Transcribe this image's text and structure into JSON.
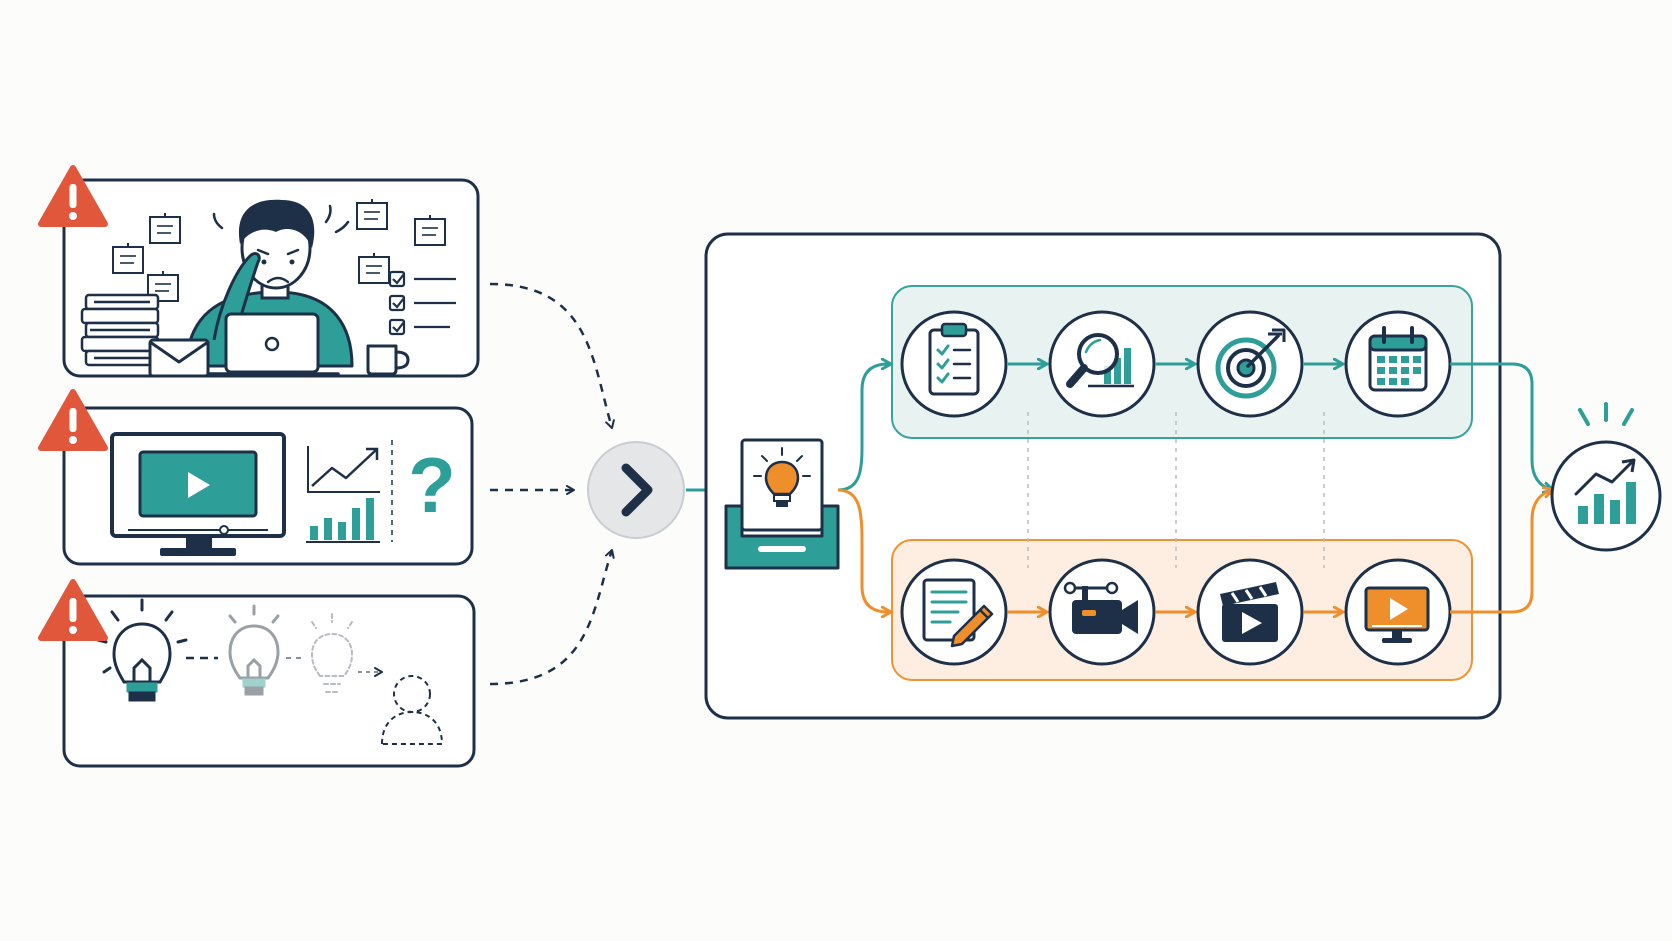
{
  "colors": {
    "navy": "#1e3048",
    "teal": "#2e9e98",
    "teal_fill": "#e6f2f1",
    "orange": "#ef8f2c",
    "orange_fill": "#fdeee0",
    "warning": "#e0573c",
    "gray_node": "#e4e6e8",
    "background": "#fcfcfb"
  },
  "problems": [
    {
      "name": "overwhelmed-creator",
      "icons": [
        "warning-icon",
        "stressed-person-icon",
        "laptop-icon",
        "sticky-notes-icon",
        "book-stack-icon",
        "envelope-icon",
        "checklist-icon",
        "coffee-mug-icon"
      ]
    },
    {
      "name": "unclear-content-performance",
      "icons": [
        "warning-icon",
        "monitor-video-icon",
        "line-chart-icon",
        "bar-chart-icon",
        "question-mark-icon"
      ]
    },
    {
      "name": "fading-ideas",
      "icons": [
        "warning-icon",
        "lightbulb-icon",
        "fading-lightbulb-icon",
        "faded-lightbulb-icon",
        "dashed-person-icon"
      ]
    }
  ],
  "merge_node": {
    "icon": "chevron-right-icon",
    "glyph": "›"
  },
  "inbox": {
    "icon": "idea-inbox-icon"
  },
  "question_glyph": "?",
  "teal_track": {
    "color": "teal",
    "steps": [
      {
        "name": "plan",
        "icon": "clipboard-checklist-icon"
      },
      {
        "name": "research",
        "icon": "magnifier-chart-icon"
      },
      {
        "name": "target",
        "icon": "target-icon"
      },
      {
        "name": "schedule",
        "icon": "calendar-icon"
      }
    ]
  },
  "orange_track": {
    "color": "orange",
    "steps": [
      {
        "name": "script",
        "icon": "document-pencil-icon"
      },
      {
        "name": "record",
        "icon": "video-camera-icon"
      },
      {
        "name": "edit",
        "icon": "clapperboard-icon"
      },
      {
        "name": "publish",
        "icon": "monitor-play-icon"
      }
    ]
  },
  "outcome": {
    "icon": "growth-chart-icon"
  }
}
